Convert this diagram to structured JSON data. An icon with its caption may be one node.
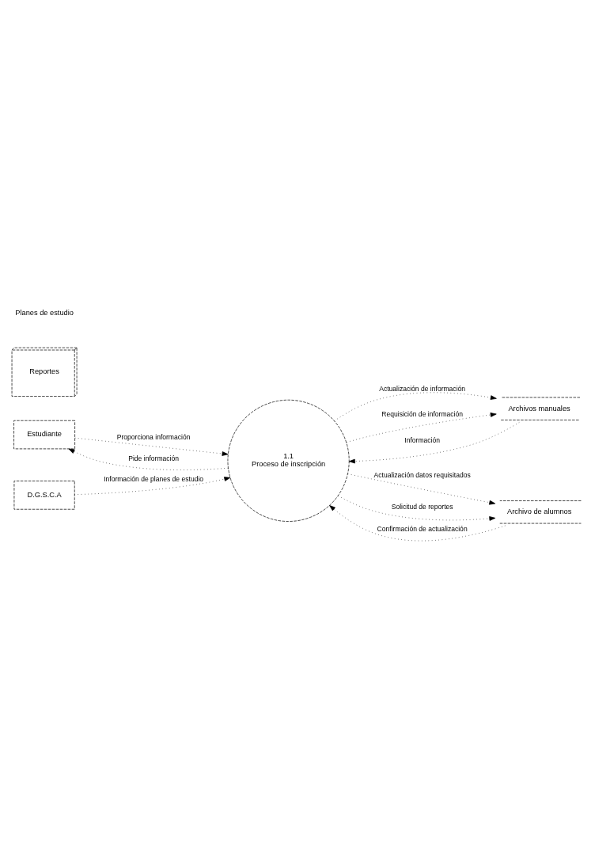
{
  "diagram": {
    "nodes": [
      {
        "text": [
          "Estudiante"
        ]
      },
      {
        "text": [
          "1.1",
          "Proceso de inscripción"
        ]
      },
      {
        "text": [
          "Archivos manuales"
        ]
      },
      {
        "text": [
          "Archivo de alumnos"
        ]
      },
      {
        "text": [
          "D.G.S.C.A"
        ]
      },
      {
        "text": [
          "Reportes"
        ]
      }
    ],
    "edges": [
      {
        "from": 0,
        "to": 1,
        "arrow": "to",
        "label": "Proporciona información"
      },
      {
        "from": 1,
        "to": 0,
        "arrow": "to",
        "label": "Pide información"
      },
      {
        "from": 1,
        "to": 2,
        "arrow": "to",
        "label": "Actualización de información"
      },
      {
        "from": 1,
        "to": 2,
        "arrow": "to",
        "label": "Requisición de información"
      },
      {
        "from": 2,
        "to": 1,
        "arrow": "to",
        "label": "Información"
      },
      {
        "from": 1,
        "to": 3,
        "arrow": "to",
        "label": "Actualización datos requisitados"
      },
      {
        "from": 1,
        "to": 3,
        "arrow": "to",
        "label": "Solicitud de reportes"
      },
      {
        "from": 3,
        "to": 1,
        "arrow": "to",
        "label": "Confirmación de actualización"
      },
      {
        "from": 4,
        "to": 1,
        "arrow": "to",
        "label": "Información de planes de estudio"
      }
    ],
    "labels": [
      "Planes de estudio"
    ]
  }
}
